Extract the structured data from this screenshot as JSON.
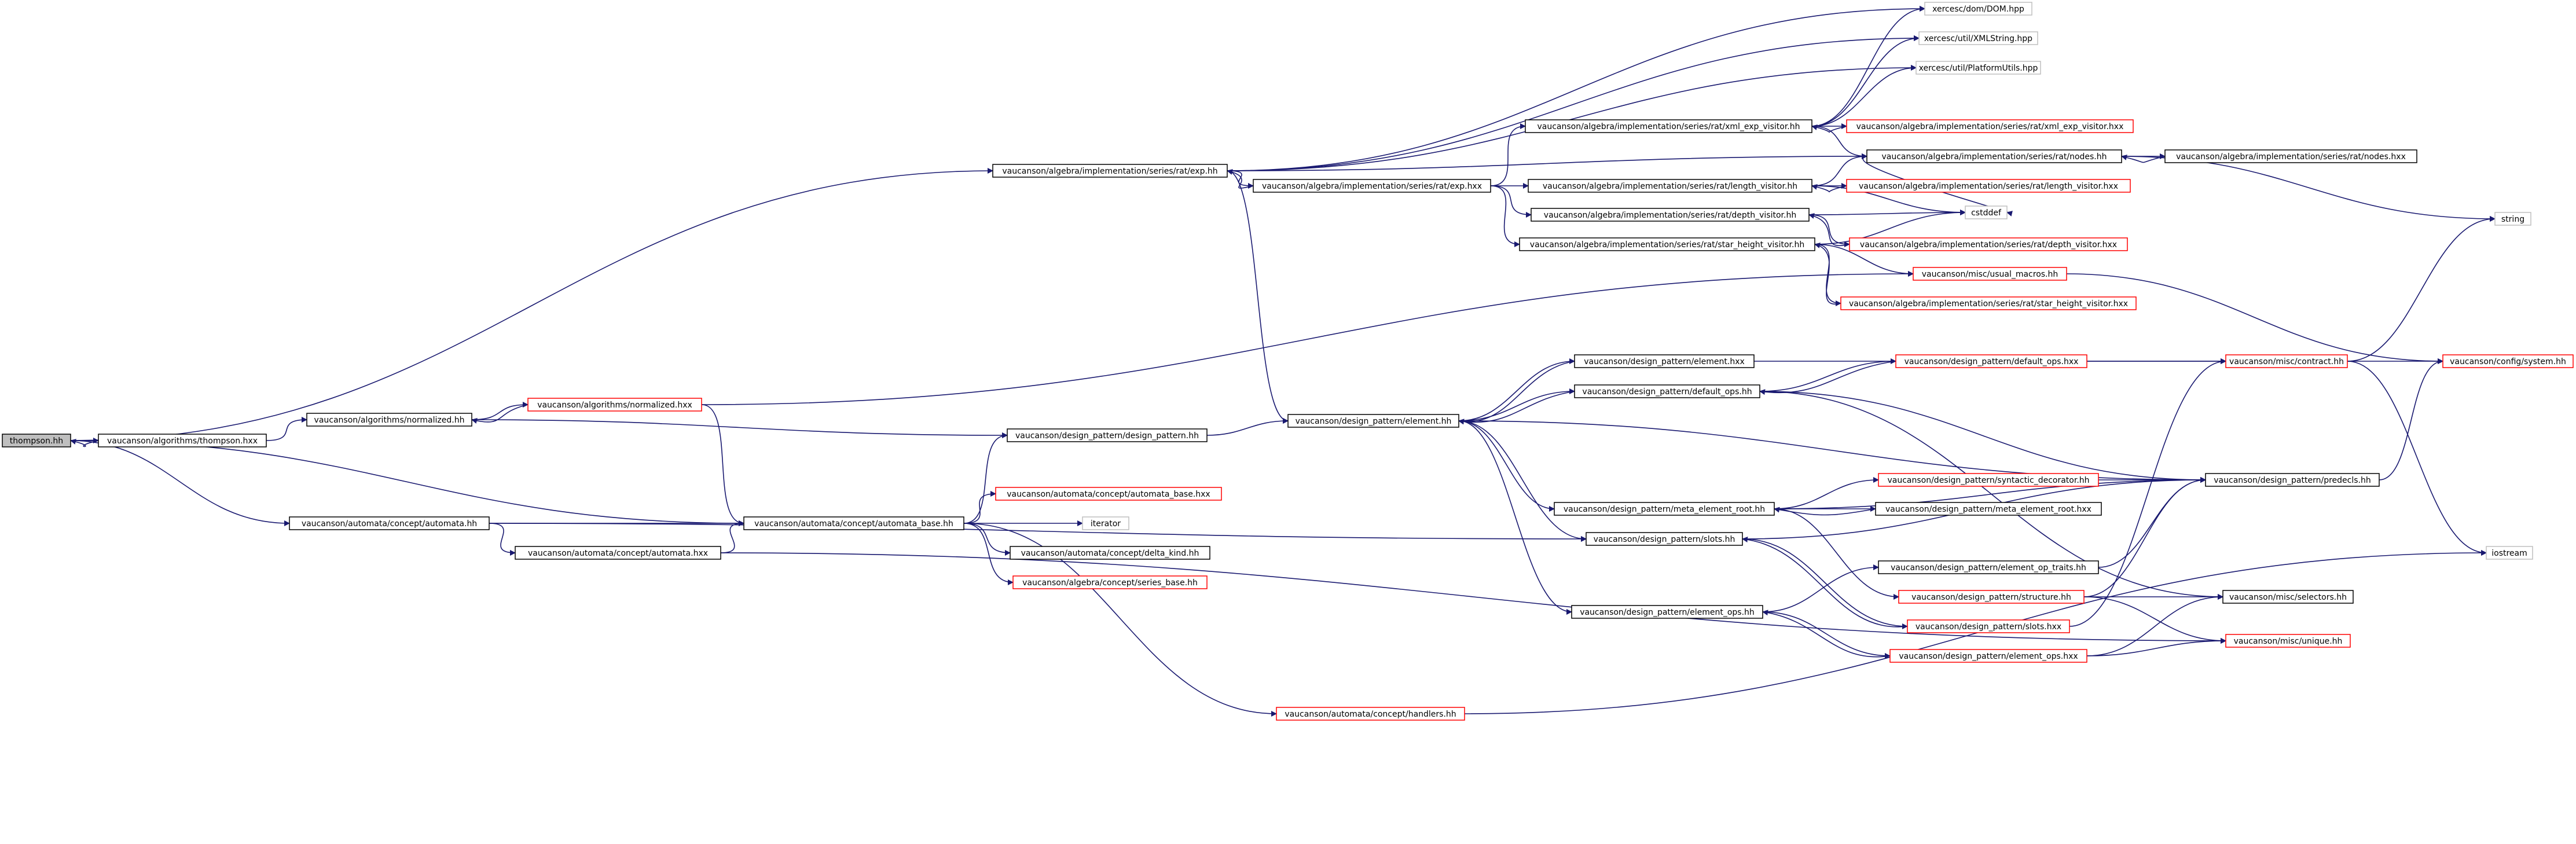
{
  "diagram": {
    "colors": {
      "edge": "#191970",
      "border_normal": "#000000",
      "border_truncated": "#ff0000",
      "border_muted": "#bfbfbf",
      "root_fill": "#bfbfbf",
      "node_fill": "#ffffff"
    },
    "nodes": [
      {
        "id": "thompson_hh",
        "label": "thompson.hh",
        "kind": "root"
      },
      {
        "id": "thompson_hxx",
        "label": "vaucanson/algorithms/thompson.hxx",
        "kind": "normal"
      },
      {
        "id": "alg_normalized_hh",
        "label": "vaucanson/algorithms/normalized.hh",
        "kind": "normal"
      },
      {
        "id": "alg_normalized_hxx",
        "label": "vaucanson/algorithms/normalized.hxx",
        "kind": "truncated"
      },
      {
        "id": "automata_hh",
        "label": "vaucanson/automata/concept/automata.hh",
        "kind": "normal"
      },
      {
        "id": "automata_hxx",
        "label": "vaucanson/automata/concept/automata.hxx",
        "kind": "normal"
      },
      {
        "id": "automata_base_hh",
        "label": "vaucanson/automata/concept/automata_base.hh",
        "kind": "normal"
      },
      {
        "id": "automata_base_hxx",
        "label": "vaucanson/automata/concept/automata_base.hxx",
        "kind": "truncated"
      },
      {
        "id": "iterator",
        "label": "iterator",
        "kind": "muted"
      },
      {
        "id": "delta_kind",
        "label": "vaucanson/automata/concept/delta_kind.hh",
        "kind": "normal"
      },
      {
        "id": "series_base",
        "label": "vaucanson/algebra/concept/series_base.hh",
        "kind": "truncated"
      },
      {
        "id": "handlers",
        "label": "vaucanson/automata/concept/handlers.hh",
        "kind": "truncated"
      },
      {
        "id": "design_pattern_hh",
        "label": "vaucanson/design_pattern/design_pattern.hh",
        "kind": "normal"
      },
      {
        "id": "element_hh",
        "label": "vaucanson/design_pattern/element.hh",
        "kind": "normal"
      },
      {
        "id": "element_hxx",
        "label": "vaucanson/design_pattern/element.hxx",
        "kind": "normal"
      },
      {
        "id": "default_ops_hh",
        "label": "vaucanson/design_pattern/default_ops.hh",
        "kind": "normal"
      },
      {
        "id": "default_ops_hxx",
        "label": "vaucanson/design_pattern/default_ops.hxx",
        "kind": "truncated"
      },
      {
        "id": "meta_root_hh",
        "label": "vaucanson/design_pattern/meta_element_root.hh",
        "kind": "normal"
      },
      {
        "id": "meta_root_hxx",
        "label": "vaucanson/design_pattern/meta_element_root.hxx",
        "kind": "normal"
      },
      {
        "id": "syntactic_decorator",
        "label": "vaucanson/design_pattern/syntactic_decorator.hh",
        "kind": "truncated"
      },
      {
        "id": "slots_hh",
        "label": "vaucanson/design_pattern/slots.hh",
        "kind": "normal"
      },
      {
        "id": "slots_hxx",
        "label": "vaucanson/design_pattern/slots.hxx",
        "kind": "truncated"
      },
      {
        "id": "element_op_traits",
        "label": "vaucanson/design_pattern/element_op_traits.hh",
        "kind": "normal"
      },
      {
        "id": "structure_hh",
        "label": "vaucanson/design_pattern/structure.hh",
        "kind": "truncated"
      },
      {
        "id": "element_ops_hh",
        "label": "vaucanson/design_pattern/element_ops.hh",
        "kind": "normal"
      },
      {
        "id": "element_ops_hxx",
        "label": "vaucanson/design_pattern/element_ops.hxx",
        "kind": "truncated"
      },
      {
        "id": "predecls",
        "label": "vaucanson/design_pattern/predecls.hh",
        "kind": "normal"
      },
      {
        "id": "selectors",
        "label": "vaucanson/misc/selectors.hh",
        "kind": "normal"
      },
      {
        "id": "unique",
        "label": "vaucanson/misc/unique.hh",
        "kind": "truncated"
      },
      {
        "id": "contract",
        "label": "vaucanson/misc/contract.hh",
        "kind": "truncated"
      },
      {
        "id": "config_system",
        "label": "vaucanson/config/system.hh",
        "kind": "truncated"
      },
      {
        "id": "iostream",
        "label": "iostream",
        "kind": "muted"
      },
      {
        "id": "string",
        "label": "string",
        "kind": "muted"
      },
      {
        "id": "cstddef",
        "label": "cstddef",
        "kind": "muted"
      },
      {
        "id": "exp_hh",
        "label": "vaucanson/algebra/implementation/series/rat/exp.hh",
        "kind": "normal"
      },
      {
        "id": "exp_hxx",
        "label": "vaucanson/algebra/implementation/series/rat/exp.hxx",
        "kind": "normal"
      },
      {
        "id": "xml_visitor_hh",
        "label": "vaucanson/algebra/implementation/series/rat/xml_exp_visitor.hh",
        "kind": "normal"
      },
      {
        "id": "xml_visitor_hxx",
        "label": "vaucanson/algebra/implementation/series/rat/xml_exp_visitor.hxx",
        "kind": "truncated"
      },
      {
        "id": "nodes_hh",
        "label": "vaucanson/algebra/implementation/series/rat/nodes.hh",
        "kind": "normal"
      },
      {
        "id": "nodes_hxx",
        "label": "vaucanson/algebra/implementation/series/rat/nodes.hxx",
        "kind": "normal"
      },
      {
        "id": "length_visitor_hh",
        "label": "vaucanson/algebra/implementation/series/rat/length_visitor.hh",
        "kind": "normal"
      },
      {
        "id": "length_visitor_hxx",
        "label": "vaucanson/algebra/implementation/series/rat/length_visitor.hxx",
        "kind": "truncated"
      },
      {
        "id": "depth_visitor_hh",
        "label": "vaucanson/algebra/implementation/series/rat/depth_visitor.hh",
        "kind": "normal"
      },
      {
        "id": "depth_visitor_hxx",
        "label": "vaucanson/algebra/implementation/series/rat/depth_visitor.hxx",
        "kind": "truncated"
      },
      {
        "id": "star_height_hh",
        "label": "vaucanson/algebra/implementation/series/rat/star_height_visitor.hh",
        "kind": "normal"
      },
      {
        "id": "star_height_hxx",
        "label": "vaucanson/algebra/implementation/series/rat/star_height_visitor.hxx",
        "kind": "truncated"
      },
      {
        "id": "usual_macros",
        "label": "vaucanson/misc/usual_macros.hh",
        "kind": "truncated"
      },
      {
        "id": "xerces_dom",
        "label": "xercesc/dom/DOM.hpp",
        "kind": "muted"
      },
      {
        "id": "xerces_xmlstring",
        "label": "xercesc/util/XMLString.hpp",
        "kind": "muted"
      },
      {
        "id": "xerces_platform",
        "label": "xercesc/util/PlatformUtils.hpp",
        "kind": "muted"
      }
    ],
    "edges": [
      [
        "thompson_hh",
        "thompson_hxx"
      ],
      [
        "thompson_hh",
        "exp_hh"
      ],
      [
        "thompson_hh",
        "automata_hh"
      ],
      [
        "thompson_hh",
        "automata_base_hh"
      ],
      [
        "thompson_hxx",
        "thompson_hh"
      ],
      [
        "thompson_hxx",
        "alg_normalized_hh"
      ],
      [
        "alg_normalized_hh",
        "alg_normalized_hxx"
      ],
      [
        "alg_normalized_hh",
        "design_pattern_hh"
      ],
      [
        "alg_normalized_hxx",
        "alg_normalized_hh"
      ],
      [
        "alg_normalized_hxx",
        "usual_macros"
      ],
      [
        "alg_normalized_hxx",
        "automata_base_hh"
      ],
      [
        "automata_hh",
        "automata_base_hh"
      ],
      [
        "automata_hh",
        "automata_hxx"
      ],
      [
        "automata_hh",
        "slots_hh"
      ],
      [
        "automata_hxx",
        "automata_base_hh"
      ],
      [
        "automata_hxx",
        "unique"
      ],
      [
        "automata_base_hh",
        "design_pattern_hh"
      ],
      [
        "automata_base_hh",
        "automata_base_hxx"
      ],
      [
        "automata_base_hh",
        "iterator"
      ],
      [
        "automata_base_hh",
        "delta_kind"
      ],
      [
        "automata_base_hh",
        "series_base"
      ],
      [
        "automata_base_hh",
        "handlers"
      ],
      [
        "handlers",
        "iostream"
      ],
      [
        "design_pattern_hh",
        "element_hh"
      ],
      [
        "element_hh",
        "element_hxx"
      ],
      [
        "element_hh",
        "default_ops_hh"
      ],
      [
        "element_hh",
        "meta_root_hh"
      ],
      [
        "element_hh",
        "slots_hh"
      ],
      [
        "element_hh",
        "element_ops_hh"
      ],
      [
        "element_hh",
        "predecls"
      ],
      [
        "element_hxx",
        "element_hh"
      ],
      [
        "element_hxx",
        "contract"
      ],
      [
        "default_ops_hh",
        "element_hh"
      ],
      [
        "default_ops_hh",
        "default_ops_hxx"
      ],
      [
        "default_ops_hh",
        "predecls"
      ],
      [
        "default_ops_hh",
        "selectors"
      ],
      [
        "default_ops_hxx",
        "default_ops_hh"
      ],
      [
        "default_ops_hxx",
        "contract"
      ],
      [
        "meta_root_hh",
        "syntactic_decorator"
      ],
      [
        "meta_root_hh",
        "meta_root_hxx"
      ],
      [
        "meta_root_hh",
        "predecls"
      ],
      [
        "meta_root_hh",
        "structure_hh"
      ],
      [
        "meta_root_hxx",
        "meta_root_hh"
      ],
      [
        "syntactic_decorator",
        "predecls"
      ],
      [
        "slots_hh",
        "predecls"
      ],
      [
        "slots_hh",
        "slots_hxx"
      ],
      [
        "slots_hxx",
        "slots_hh"
      ],
      [
        "slots_hxx",
        "contract"
      ],
      [
        "element_op_traits",
        "predecls"
      ],
      [
        "element_ops_hh",
        "element_op_traits"
      ],
      [
        "element_ops_hh",
        "element_ops_hxx"
      ],
      [
        "element_ops_hxx",
        "element_ops_hh"
      ],
      [
        "element_ops_hxx",
        "selectors"
      ],
      [
        "element_ops_hxx",
        "unique"
      ],
      [
        "structure_hh",
        "predecls"
      ],
      [
        "structure_hh",
        "selectors"
      ],
      [
        "structure_hh",
        "unique"
      ],
      [
        "predecls",
        "config_system"
      ],
      [
        "contract",
        "config_system"
      ],
      [
        "contract",
        "string"
      ],
      [
        "contract",
        "iostream"
      ],
      [
        "usual_macros",
        "config_system"
      ],
      [
        "exp_hh",
        "exp_hxx"
      ],
      [
        "exp_hh",
        "nodes_hh"
      ],
      [
        "exp_hh",
        "element_hh"
      ],
      [
        "exp_hh",
        "xerces_dom"
      ],
      [
        "exp_hh",
        "xerces_xmlstring"
      ],
      [
        "exp_hh",
        "xerces_platform"
      ],
      [
        "exp_hxx",
        "exp_hh"
      ],
      [
        "exp_hxx",
        "xml_visitor_hh"
      ],
      [
        "exp_hxx",
        "length_visitor_hh"
      ],
      [
        "exp_hxx",
        "depth_visitor_hh"
      ],
      [
        "exp_hxx",
        "star_height_hh"
      ],
      [
        "xml_visitor_hh",
        "xml_visitor_hxx"
      ],
      [
        "xml_visitor_hh",
        "nodes_hh"
      ],
      [
        "xml_visitor_hh",
        "xerces_dom"
      ],
      [
        "xml_visitor_hh",
        "xerces_xmlstring"
      ],
      [
        "xml_visitor_hh",
        "xerces_platform"
      ],
      [
        "xml_visitor_hxx",
        "xml_visitor_hh"
      ],
      [
        "nodes_hh",
        "nodes_hxx"
      ],
      [
        "nodes_hh",
        "cstddef"
      ],
      [
        "nodes_hh",
        "string"
      ],
      [
        "nodes_hxx",
        "nodes_hh"
      ],
      [
        "length_visitor_hh",
        "length_visitor_hxx"
      ],
      [
        "length_visitor_hh",
        "nodes_hh"
      ],
      [
        "length_visitor_hh",
        "cstddef"
      ],
      [
        "length_visitor_hxx",
        "length_visitor_hh"
      ],
      [
        "depth_visitor_hh",
        "depth_visitor_hxx"
      ],
      [
        "depth_visitor_hh",
        "cstddef"
      ],
      [
        "depth_visitor_hxx",
        "depth_visitor_hh"
      ],
      [
        "star_height_hh",
        "star_height_hxx"
      ],
      [
        "star_height_hh",
        "cstddef"
      ],
      [
        "star_height_hh",
        "usual_macros"
      ],
      [
        "star_height_hxx",
        "star_height_hh"
      ]
    ]
  }
}
